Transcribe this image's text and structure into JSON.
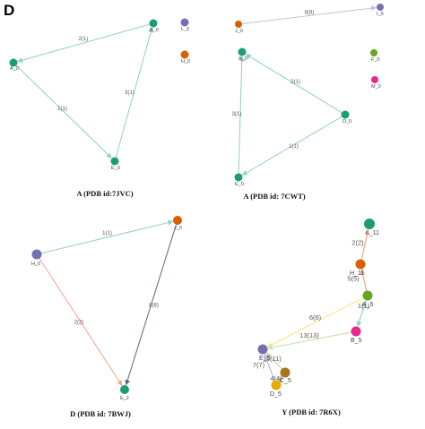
{
  "figure": {
    "panel_letter": "D"
  },
  "panels": [
    {
      "caption": "A (PDB id:7JVC)",
      "nodes": [
        {
          "id": "a0",
          "label": "A_0",
          "color": "#1a9e73"
        },
        {
          "id": "b0",
          "label": "B_0",
          "color": "#1a9e73"
        },
        {
          "id": "e0",
          "label": "E_0",
          "color": "#1a9e73"
        },
        {
          "id": "l0",
          "label": "L_0",
          "color": "#7570b3"
        },
        {
          "id": "h0",
          "label": "H_0",
          "color": "#d95f02"
        }
      ],
      "edges": [
        {
          "from": "b0",
          "to": "a0",
          "label": "2(1)",
          "color": "#8fd1c0"
        },
        {
          "from": "a0",
          "to": "e0",
          "label": "1(1)",
          "color": "#8fd1c0"
        },
        {
          "from": "e0",
          "to": "b0",
          "label": "3(1)",
          "color": "#8fd1c0"
        }
      ]
    },
    {
      "caption": "A (PDB id: 7CWT)",
      "nodes": [
        {
          "id": "j0",
          "label": "J_0",
          "color": "#d95f02"
        },
        {
          "id": "i0",
          "label": "I_0",
          "color": "#7570b3"
        },
        {
          "id": "a0b",
          "label": "A_0",
          "color": "#1a9e73"
        },
        {
          "id": "f0",
          "label": "F_0",
          "color": "#66a61e"
        },
        {
          "id": "m0",
          "label": "M_0",
          "color": "#e7298a"
        },
        {
          "id": "d0",
          "label": "D_0",
          "color": "#1a9e73"
        },
        {
          "id": "e0b",
          "label": "E_0",
          "color": "#1a9e73"
        }
      ],
      "edges": [
        {
          "from": "j0",
          "to": "i0",
          "label": "8(8)",
          "color": "#c4c1de"
        },
        {
          "from": "d0",
          "to": "a0b",
          "label": "2(1)",
          "color": "#8fd1c0"
        },
        {
          "from": "e0b",
          "to": "a0b",
          "label": "3(1)",
          "color": "#8fd1c0"
        },
        {
          "from": "d0",
          "to": "e0b",
          "label": "1(1)",
          "color": "#8fd1c0"
        }
      ]
    },
    {
      "caption": "D (PDB id: 7BWJ)",
      "nodes": [
        {
          "id": "h0c",
          "label": "H_0",
          "color": "#7570b3"
        },
        {
          "id": "j0c",
          "label": "J_0",
          "color": "#d95f02"
        },
        {
          "id": "e2",
          "label": "E_2",
          "color": "#1a9e73"
        }
      ],
      "edges": [
        {
          "from": "h0c",
          "to": "j0c",
          "label": "1(1)",
          "color": "#8fd1c0"
        },
        {
          "from": "h0c",
          "to": "e2",
          "label": "2(2)",
          "color": "#f4a582"
        },
        {
          "from": "j0c",
          "to": "e2",
          "label": "8(8)",
          "color": "#5b6e64"
        }
      ]
    },
    {
      "caption": "Y (PDB id: 7R6X)",
      "nodes": [
        {
          "id": "l11",
          "label": "L_11",
          "color": "#1a9e73"
        },
        {
          "id": "h11",
          "label": "H_11",
          "color": "#d95f02"
        },
        {
          "id": "a5",
          "label": "A_5",
          "color": "#66a61e"
        },
        {
          "id": "b5",
          "label": "B_5",
          "color": "#e7298a"
        },
        {
          "id": "e5",
          "label": "E_5",
          "color": "#7570b3"
        },
        {
          "id": "c5",
          "label": "C_5",
          "color": "#a6761d"
        },
        {
          "id": "d5",
          "label": "D_5",
          "color": "#e6ab02"
        }
      ],
      "edges": [
        {
          "from": "h11",
          "to": "l11",
          "label": "2(2)",
          "color": "#f4a582"
        },
        {
          "from": "a5",
          "to": "h11",
          "label": "5(5)",
          "color": "#f4a582"
        },
        {
          "from": "a5",
          "to": "b5",
          "label": "1(1)",
          "color": "#8fd1c0"
        },
        {
          "from": "a5",
          "to": "e5",
          "label": "6(6)",
          "color": "#fde58a"
        },
        {
          "from": "b5",
          "to": "e5",
          "label": "13(13)",
          "color": "#c7e6b4"
        },
        {
          "from": "c5",
          "to": "e5",
          "label": "11(11)",
          "color": "#d9c8a5"
        },
        {
          "from": "d5",
          "to": "e5",
          "label": "7(7)",
          "color": "#b9b6dc"
        },
        {
          "from": "d5",
          "to": "c5",
          "label": "4(4)",
          "color": "#d9c8a5"
        }
      ]
    }
  ]
}
